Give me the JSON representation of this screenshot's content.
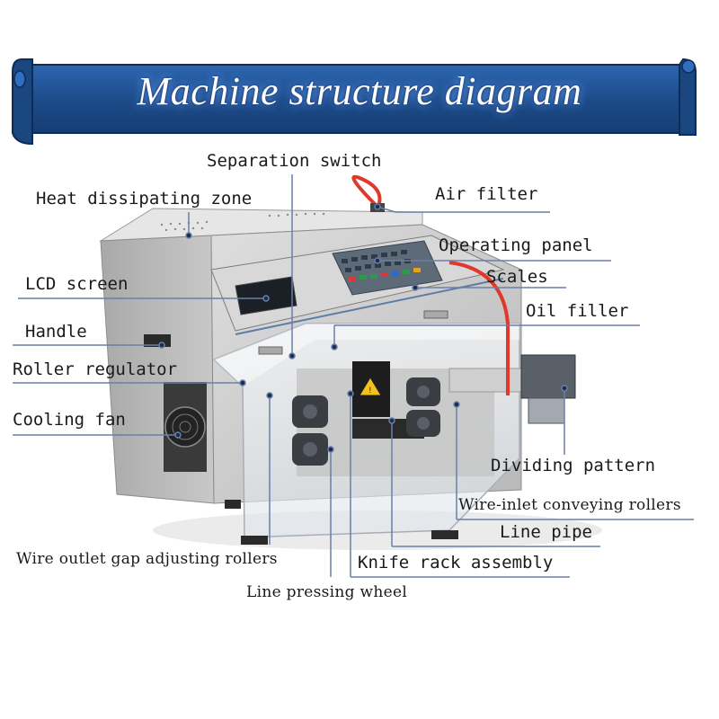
{
  "title": "Machine structure diagram",
  "labels": {
    "separation_switch": "Separation switch",
    "heat_dissipating_zone": "Heat dissipating zone",
    "air_filter": "Air filter",
    "operating_panel": "Operating panel",
    "scales": "Scales",
    "lcd_screen": "LCD screen",
    "oil_filler": "Oil filler",
    "handle": "Handle",
    "roller_regulator": "Roller regulator",
    "cooling_fan": "Cooling fan",
    "dividing_pattern": "Dividing pattern",
    "wire_inlet_conveying_rollers": "Wire-inlet conveying rollers",
    "line_pipe": "Line pipe",
    "wire_outlet_gap_adjusting_rollers": "Wire outlet gap adjusting rollers",
    "knife_rack_assembly": "Knife rack assembly",
    "line_pressing_wheel": "Line pressing wheel"
  },
  "colors": {
    "banner": "#1f4f8f",
    "banner_dark": "#0f2f60",
    "machine_body": "#cfcfcf",
    "air_hose": "#e0382b",
    "leader_line": "#6a7fa8"
  }
}
